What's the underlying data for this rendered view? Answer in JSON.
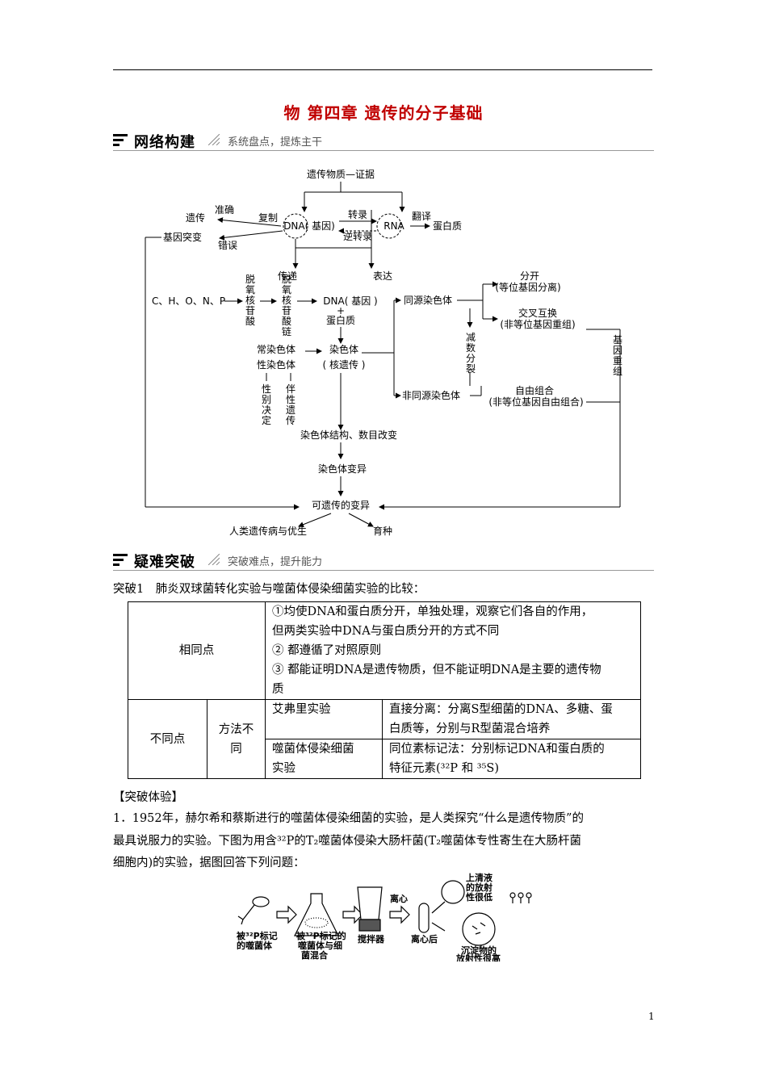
{
  "title": "物 第四章 遗传的分子基础",
  "section1": {
    "name": "网络构建",
    "subtitle": "系统盘点，提炼主干"
  },
  "diagram": {
    "evidence": "遗传物质—证据",
    "accurate": "准确",
    "heredity": "遗传",
    "gene_mutation": "基因突变",
    "error": "错误",
    "replication": "复制",
    "dna_gene": "DNA( 基因)",
    "transcription": "转录",
    "reverse_transcription": "逆转录",
    "rna": "RNA",
    "translation": "翻译",
    "protein": "蛋白质",
    "transmission": "传递",
    "expression": "表达",
    "elements": "C、H、O、N、P",
    "deoxynucleotide": "脱氧核苷酸",
    "deoxynucleotide_chain": "脱氧核苷酸链",
    "dna_gene_2": "DNA( 基因 )",
    "plus": "+",
    "protein_2": "蛋白质",
    "chromosome": "染色体",
    "nuclear_heredity": "( 核遗传 )",
    "autosome": "常染色体",
    "sex_chromosome": "性染色体",
    "sex_determination": "性别决定",
    "sex_linked": "伴性遗传",
    "homologous": "同源染色体",
    "separate": "分开",
    "allele_separation": "(等位基因分离)",
    "crossing_over": "交叉互换",
    "nonallelic_recomb": "(非等位基因重组)",
    "meiosis": "减数分裂",
    "nonhomologous": "非同源染色体",
    "free_combination": "自由组合",
    "nonallelic_free": "(非等位基因自由组合)",
    "recombination": "基因重组",
    "chrom_change": "染色体结构、数目改变",
    "chrom_variation": "染色体变异",
    "heritable_variation": "可遗传的变异",
    "human_disease": "人类遗传病与优生",
    "breeding": "育种"
  },
  "section2": {
    "name": "疑难突破",
    "subtitle": "突破难点，提升能力"
  },
  "breakthrough_title": "突破1　肺炎双球菌转化实验与噬菌体侵染细菌实验的比较：",
  "table": {
    "same_label": "相同点",
    "same_lines": [
      "①均使DNA和蛋白质分开，单独处理，观察它们各自的作用，",
      "但两类实验中DNA与蛋白质分开的方式不同",
      "② 都遵循了对照原则",
      "③ 都能证明DNA是遗传物质，但不能证明DNA是主要的遗传物",
      "质"
    ],
    "diff_label": "不同点",
    "method_line1": "方法不",
    "method_line2": "同",
    "avery": "艾弗里实验",
    "avery_method_line1": "直接分离：分离S型细菌的DNA、多糖、蛋",
    "avery_method_line2": "白质等，分别与R型菌混合培养",
    "phage_line1": "噬菌体侵染细菌",
    "phage_line2": "实验",
    "phage_method_line1": "同位素标记法：分别标记DNA和蛋白质的",
    "phage_method_line2": "特征元素(³²P 和 ³⁵S)"
  },
  "experience": "【突破体验】",
  "question": {
    "line1": "1．1952年，赫尔希和蔡斯进行的噬菌体侵染细菌的实验，是人类探究“什么是遗传物质”的",
    "line2": "最具说服力的实验。下图为用含³²P的T₂噬菌体侵染大肠杆菌(T₂噬菌体专性寄生在大肠杆菌",
    "line3": "细胞内)的实验，据图回答下列问题："
  },
  "experiment_figure": {
    "label1_line1": "被³²P标记",
    "label1_line2": "的噬菌体",
    "label2_line1": "被³²P标记的",
    "label2_line2": "噬菌体与细",
    "label2_line3": "菌混合",
    "blender": "搅拌器",
    "centrifuge": "离心",
    "after_centrifuge": "离心后",
    "supernatant_line1": "上清液",
    "supernatant_line2": "的放射",
    "supernatant_line3": "性很低",
    "precipitate_line1": "沉淀物的",
    "precipitate_line2": "放射性很高"
  },
  "page_number": "1"
}
